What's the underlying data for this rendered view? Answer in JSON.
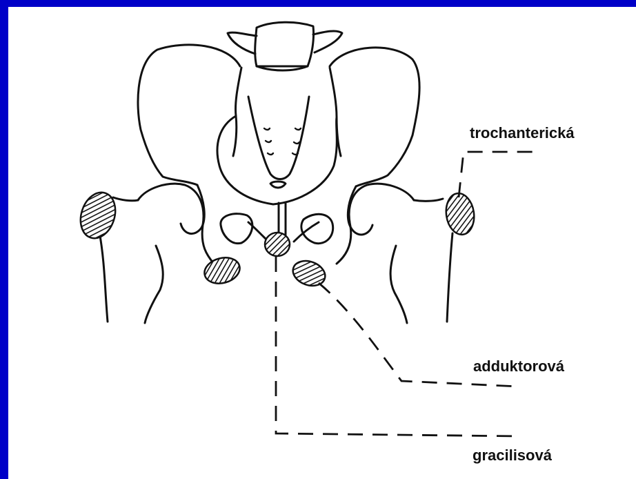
{
  "labels": {
    "trochanteric": "trochanterická",
    "adductor": "adduktorová",
    "gracilis": "gracilisová"
  },
  "colors": {
    "frame": "#0000c8",
    "background": "#ffffff",
    "ink": "#111111"
  }
}
